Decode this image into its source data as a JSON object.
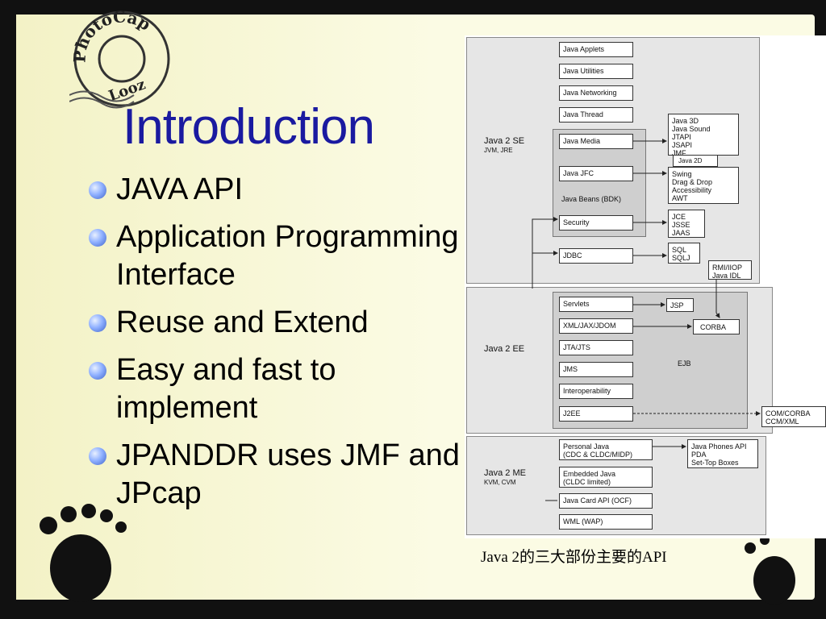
{
  "slide": {
    "title": "Introduction",
    "stamp_text": "PhotoCap Looz",
    "bullets": [
      "JAVA API",
      "Application Programming Interface",
      "Reuse and Extend",
      "Easy and fast to implement",
      "JPANDDR uses JMF and JPcap"
    ],
    "caption": "Java 2的三大部份主要的API"
  },
  "diagram": {
    "se": {
      "label": "Java 2 SE",
      "sub": "JVM, JRE",
      "items": [
        "Java Applets",
        "Java Utilities",
        "Java Networking",
        "Java Thread",
        "Java Media",
        "Java JFC",
        "Security",
        "JDBC"
      ],
      "beans": "Java Beans (BDK)",
      "media_targets": "Java 3D\nJava Sound\nJTAPI\nJSAPI\nJMF",
      "java2d": "Java 2D",
      "jfc_targets": "Swing\nDrag & Drop\nAccessibility\nAWT",
      "security_targets": "JCE\nJSSE\nJAAS",
      "jdbc_targets": "SQL\nSQLJ",
      "rmi": "RMI/IIOP\nJava IDL"
    },
    "ee": {
      "label": "Java 2 EE",
      "items": [
        "Servlets",
        "XML/JAX/JDOM",
        "JTA/JTS",
        "JMS",
        "Interoperability",
        "J2EE"
      ],
      "jsp": "JSP",
      "corba": "CORBA",
      "ejb": "EJB",
      "com": "COM/CORBA\nCCM/XML"
    },
    "me": {
      "label": "Java 2 ME",
      "sub": "KVM, CVM",
      "items": [
        "Personal Java\n(CDC & CLDC/MIDP)",
        "Embedded Java\n(CLDC limited)",
        "Java Card API (OCF)",
        "WML (WAP)"
      ],
      "targets": "Java Phones API\nPDA\nSet-Top Boxes"
    }
  }
}
